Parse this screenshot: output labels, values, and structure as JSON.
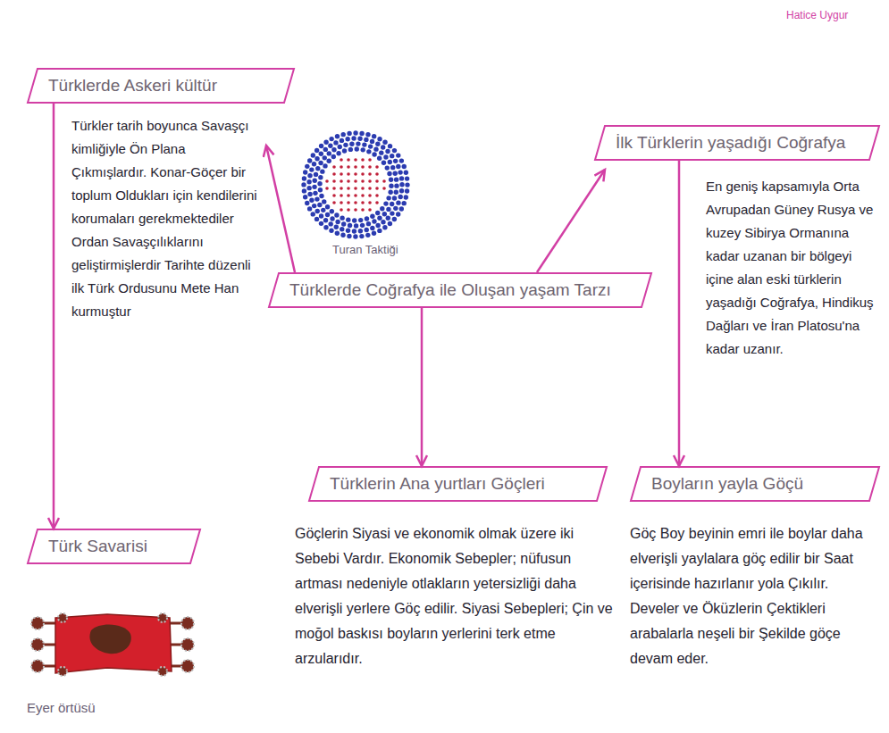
{
  "diagram": {
    "nodes": [
      {
        "text": [
          "Türklerde Askeri kültür",
          "Türkler tarih boyunca Savaşçı kimliğiyle Ön Plana Çıkmışlardır. Konar-Göçer bir toplum Oldukları için kendilerini korumaları gerekmektediler Ordan Savaşçılıklarını geliştirmişlerdir Tarihte düzenli ilk Türk Ordusunu Mete Han kurmuştur"
        ]
      },
      {
        "text": [
          "Türklerde Coğrafya ile Oluşan yaşam Tarzı"
        ]
      },
      {
        "text": [
          "İlk Türklerin yaşadığı Coğrafya",
          "En geniş kapsamıyla Orta Avrupadan Güney Rusya ve kuzey Sibirya Ormanına kadar uzanan bir bölgeyi içine alan eski türklerin yaşadığı Coğrafya, Hindikuş Dağları ve İran Platosu'na kadar uzanır."
        ]
      },
      {
        "text": [
          "Türklerin Ana yurtları Göçleri",
          "Göçlerin Siyasi ve ekonomik olmak üzere iki Sebebi Vardır. Ekonomik Sebepler; nüfusun artması nedeniyle otlakların yetersizliği daha elverişli yerlere Göç edilir. Siyasi Sebepleri; Çin ve moğol baskısı boyların yerlerini terk etme arzularıdır."
        ]
      },
      {
        "text": [
          "Boyların yayla Göçü",
          "Göç Boy beyinin emri ile boylar daha elverişli yaylalara göç edilir bir Saat içerisinde hazırlanır yola Çıkılır. Develer ve Öküzlerin Çektikleri arabalarla neşeli bir Şekilde göçe devam eder."
        ]
      },
      {
        "text": [
          "Türk Savarisi"
        ]
      }
    ],
    "edges": [
      {
        "from": 1,
        "to": 0,
        "arrow": "to"
      },
      {
        "from": 1,
        "to": 2,
        "arrow": "to"
      },
      {
        "from": 1,
        "to": 3,
        "arrow": "to"
      },
      {
        "from": 2,
        "to": 4,
        "arrow": "to"
      },
      {
        "from": 0,
        "to": 5,
        "arrow": "to"
      }
    ],
    "labels": [
      "Turan Taktiği",
      "Eyer örtüsü",
      "Hatice Uygur"
    ]
  }
}
